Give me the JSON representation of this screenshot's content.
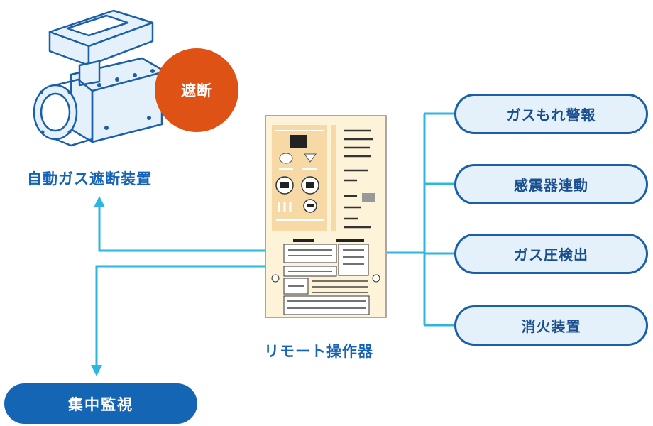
{
  "colors": {
    "connector": "#2fb6e0",
    "pill_border": "#1a5fa8",
    "pill_fill": "#e4f1fb",
    "pill_text": "#1a4f8f",
    "dark_pill": "#1465b4",
    "caption": "#1563b6",
    "badge": "#de5215",
    "panel": "#fdf3d8",
    "panel_accent": "#f6d9a4",
    "panel_border": "#8c8c8c"
  },
  "valve": {
    "label": "自動ガス遮断装置",
    "badge": "遮断",
    "icon": "gas-shutoff-valve-icon"
  },
  "remote": {
    "label": "リモート操作器",
    "icon": "remote-control-panel-icon"
  },
  "monitor": {
    "label": "集中監視"
  },
  "inputs": [
    {
      "label": "ガスもれ警報"
    },
    {
      "label": "感震器連動"
    },
    {
      "label": "ガス圧検出"
    },
    {
      "label": "消火装置"
    }
  ]
}
